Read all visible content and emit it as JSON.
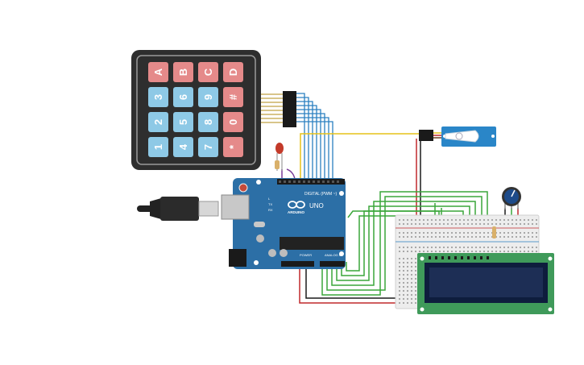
{
  "keypad": {
    "keys": [
      "A",
      "B",
      "C",
      "D",
      "3",
      "6",
      "9",
      "#",
      "2",
      "5",
      "8",
      "0",
      "1",
      "4",
      "7",
      "*"
    ],
    "colors": {
      "body": "#2e2e2e",
      "numeric": "#8ec9e6",
      "function": "#e58a8a",
      "label": "#ffffff"
    }
  },
  "arduino": {
    "brand": "ARDUINO",
    "model": "UNO",
    "digital_label": "DIGITAL (PWM ~)",
    "power_label": "POWER",
    "analog_label": "ANALOG IN",
    "tx_label": "TX",
    "rx_label": "RX",
    "l_label": "L",
    "colors": {
      "board": "#2c6fa6",
      "header": "#1a1a1a",
      "chip": "#222222"
    }
  },
  "wires": {
    "colors": {
      "green": "#3aa63a",
      "blue": "#2a7fc0",
      "yellow": "#e6c21a",
      "red": "#c0282c",
      "black": "#1a1a1a",
      "purple": "#7a3d9a"
    }
  },
  "lcd": {
    "colors": {
      "board": "#3f9a5a",
      "screen": "#1d2e55",
      "bezel": "#0e1d3d"
    }
  },
  "servo": {
    "colors": {
      "body": "#2a86c8",
      "horn": "#ffffff"
    }
  },
  "potentiometer": {
    "colors": {
      "knob": "#1d4b8a"
    }
  },
  "led": {
    "colors": {
      "body": "#c33a2a"
    }
  }
}
